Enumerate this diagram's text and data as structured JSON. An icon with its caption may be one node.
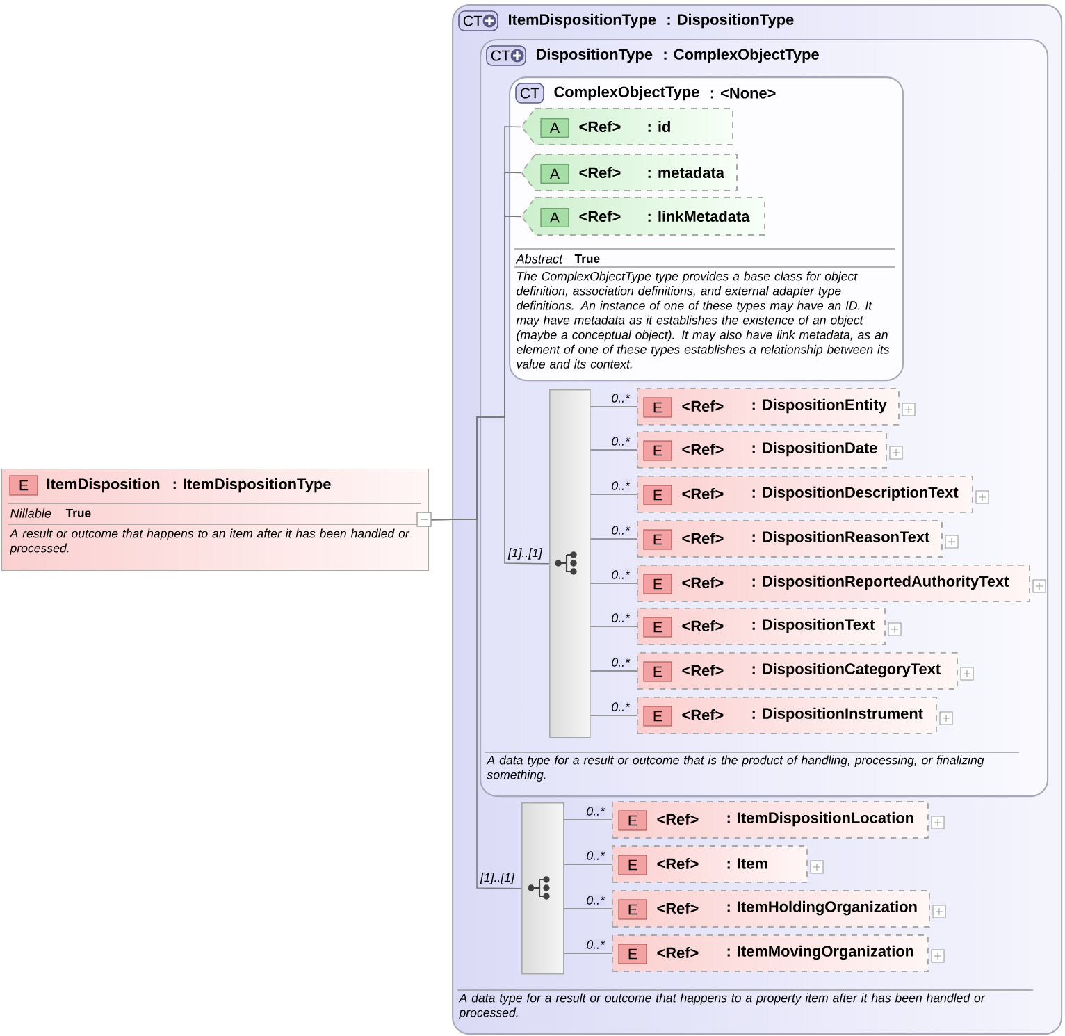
{
  "diagram": {
    "nodes": [
      {
        "text": [
          "E",
          "ItemDisposition",
          ": ItemDispositionType",
          "Nillable",
          "True",
          "A result or outcome that happens to an item after it has been handled or processed."
        ]
      },
      {
        "text": [
          "CT",
          "ItemDispositionType",
          ": DispositionType",
          "A data type for a result or outcome that happens to a property item after it has been handled or processed."
        ]
      },
      {
        "text": [
          "CT",
          "DispositionType",
          ": ComplexObjectType",
          "A data type for a result or outcome that is the product of handling, processing, or finalizing something."
        ],
        "in": 1
      },
      {
        "text": [
          "CT",
          "ComplexObjectType",
          ": <None>",
          "Abstract",
          "True",
          "The ComplexObjectType type provides a base class for object definition, association definitions, and external adapter type definitions. An instance of one of these types may have an ID. It may have metadata as it establishes the existence of an object (maybe a conceptual object). It may also have link metadata, as an element of one of these types establishes a relationship between its value and its context."
        ],
        "in": 2
      },
      {
        "text": [
          "A",
          "<Ref>",
          ": id"
        ],
        "in": 3
      },
      {
        "text": [
          "A",
          "<Ref>",
          ": metadata"
        ],
        "in": 3
      },
      {
        "text": [
          "A",
          "<Ref>",
          ": linkMetadata"
        ],
        "in": 3
      },
      {
        "text": [],
        "shape": "bar",
        "in": 2
      },
      {
        "text": [
          "E",
          "<Ref>",
          ": DispositionEntity"
        ],
        "in": 2
      },
      {
        "text": [
          "E",
          "<Ref>",
          ": DispositionDate"
        ],
        "in": 2
      },
      {
        "text": [
          "E",
          "<Ref>",
          ": DispositionDescriptionText"
        ],
        "in": 2
      },
      {
        "text": [
          "E",
          "<Ref>",
          ": DispositionReasonText"
        ],
        "in": 2
      },
      {
        "text": [
          "E",
          "<Ref>",
          ": DispositionReportedAuthorityText"
        ],
        "in": 2
      },
      {
        "text": [
          "E",
          "<Ref>",
          ": DispositionText"
        ],
        "in": 2
      },
      {
        "text": [
          "E",
          "<Ref>",
          ": DispositionCategoryText"
        ],
        "in": 2
      },
      {
        "text": [
          "E",
          "<Ref>",
          ": DispositionInstrument"
        ],
        "in": 2
      },
      {
        "text": [],
        "shape": "bar",
        "in": 1
      },
      {
        "text": [
          "E",
          "<Ref>",
          ": ItemDispositionLocation"
        ],
        "in": 1
      },
      {
        "text": [
          "E",
          "<Ref>",
          ": Item"
        ],
        "in": 1
      },
      {
        "text": [
          "E",
          "<Ref>",
          ": ItemHoldingOrganization"
        ],
        "in": 1
      },
      {
        "text": [
          "E",
          "<Ref>",
          ": ItemMovingOrganization"
        ],
        "in": 1
      }
    ],
    "edges": [
      {
        "from": 0,
        "to": 4,
        "arrow": "none"
      },
      {
        "from": 0,
        "to": 5,
        "arrow": "none"
      },
      {
        "from": 0,
        "to": 6,
        "arrow": "none"
      },
      {
        "from": 0,
        "to": 7,
        "arrow": "none",
        "label": "[1]..[1]"
      },
      {
        "from": 0,
        "to": 16,
        "arrow": "none",
        "label": "[1]..[1]"
      },
      {
        "from": 7,
        "to": 8,
        "arrow": "none",
        "label": "0..*"
      },
      {
        "from": 7,
        "to": 9,
        "arrow": "none",
        "label": "0..*"
      },
      {
        "from": 7,
        "to": 10,
        "arrow": "none",
        "label": "0..*"
      },
      {
        "from": 7,
        "to": 11,
        "arrow": "none",
        "label": "0..*"
      },
      {
        "from": 7,
        "to": 12,
        "arrow": "none",
        "label": "0..*"
      },
      {
        "from": 7,
        "to": 13,
        "arrow": "none",
        "label": "0..*"
      },
      {
        "from": 7,
        "to": 14,
        "arrow": "none",
        "label": "0..*"
      },
      {
        "from": 7,
        "to": 15,
        "arrow": "none",
        "label": "0..*"
      },
      {
        "from": 16,
        "to": 17,
        "arrow": "none",
        "label": "0..*"
      },
      {
        "from": 16,
        "to": 18,
        "arrow": "none",
        "label": "0..*"
      },
      {
        "from": 16,
        "to": 19,
        "arrow": "none",
        "label": "0..*"
      },
      {
        "from": 16,
        "to": 20,
        "arrow": "none",
        "label": "0..*"
      }
    ]
  }
}
